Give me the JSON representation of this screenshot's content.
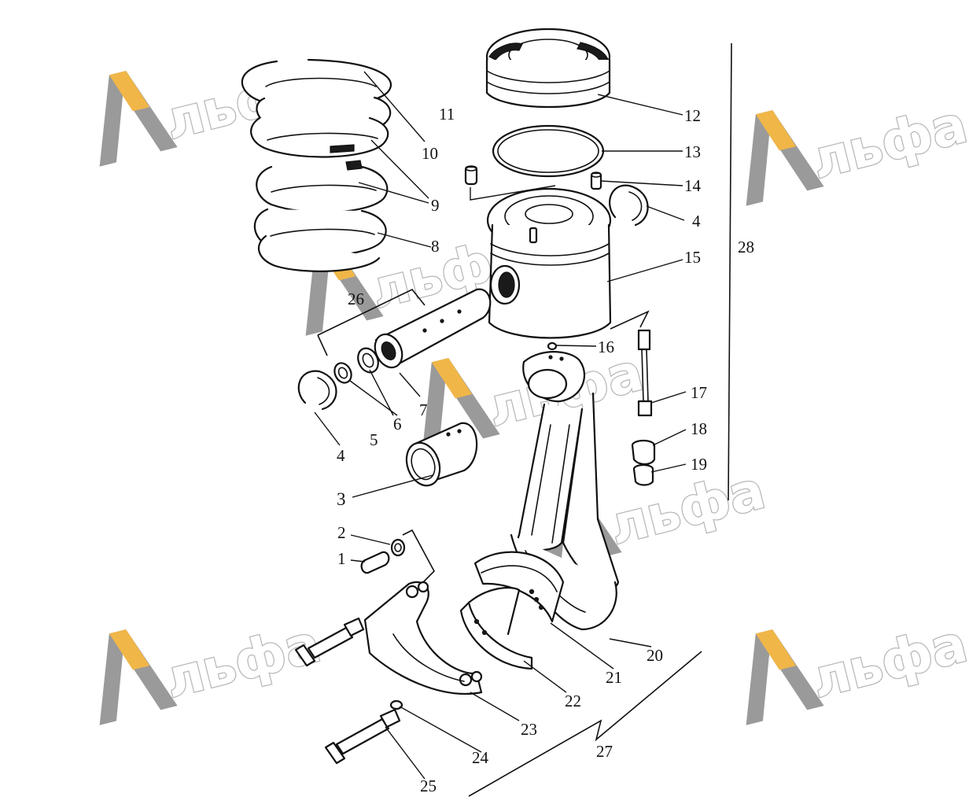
{
  "watermark": {
    "text": "льфа",
    "colors": {
      "a_gray": "#9a9a9a",
      "a_gold": "#f0b648",
      "text_outline": "#b7b7b7"
    }
  },
  "callouts": {
    "c1": "1",
    "c2": "2",
    "c3": "3",
    "c4a": "4",
    "c4b": "4",
    "c5": "5",
    "c6": "6",
    "c7": "7",
    "c8": "8",
    "c9": "9",
    "c10": "10",
    "c11": "11",
    "c12": "12",
    "c13": "13",
    "c14": "14",
    "c15": "15",
    "c16": "16",
    "c17": "17",
    "c18": "18",
    "c19": "19",
    "c20": "20",
    "c21": "21",
    "c22": "22",
    "c23": "23",
    "c24": "24",
    "c25": "25",
    "c26": "26",
    "c27": "27",
    "c28": "28"
  }
}
